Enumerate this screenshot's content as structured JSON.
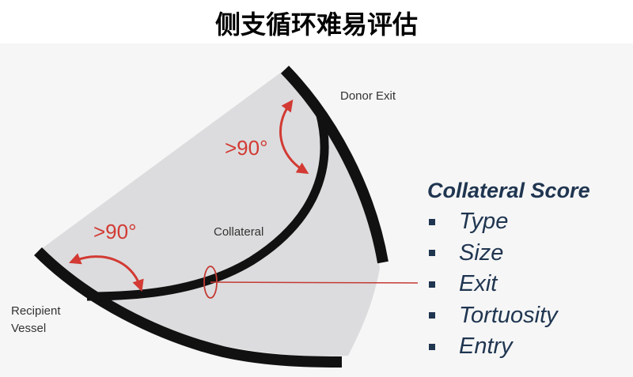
{
  "title": "侧支循环难易评估",
  "diagram": {
    "donor_exit": "Donor Exit",
    "collateral": "Collateral",
    "recipient_line1": "Recipient",
    "recipient_line2": "Vessel",
    "angle_top": ">90°",
    "angle_left": ">90°"
  },
  "score": {
    "title": "Collateral Score",
    "items": [
      "Type",
      "Size",
      "Exit",
      "Tortuosity",
      "Entry"
    ]
  },
  "colors": {
    "vessel": "#111111",
    "arrow": "#d23a33",
    "text_dark": "#1f3550",
    "fill": "#dcdcde"
  }
}
